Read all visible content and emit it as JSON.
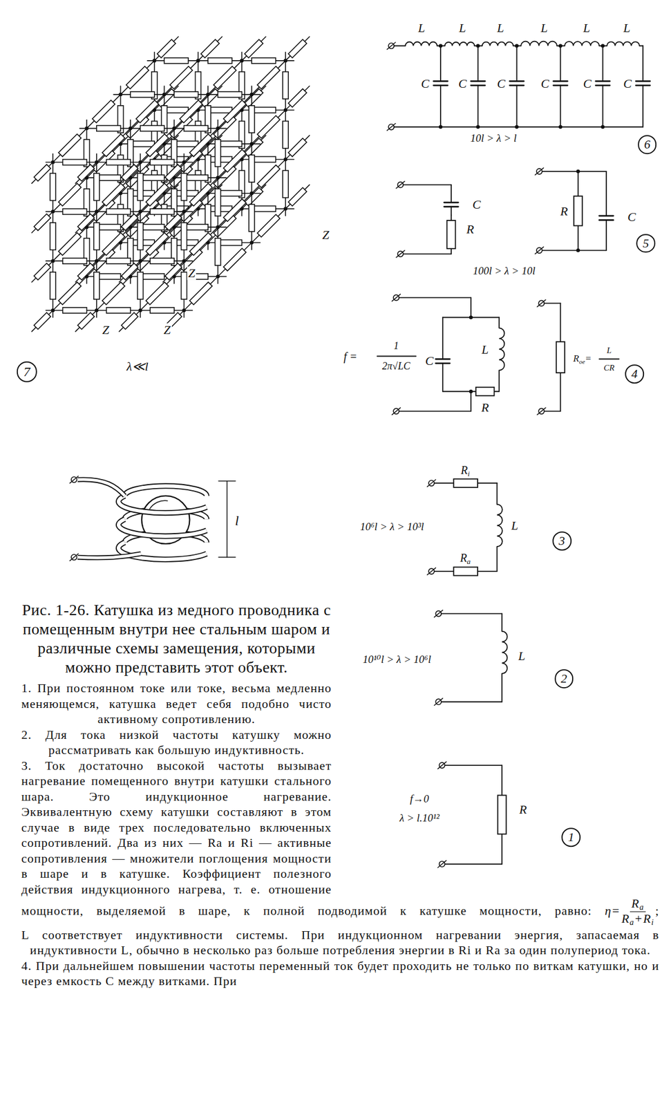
{
  "diagram": {
    "caption": "Рис. 1-26. Катушка из медного проводника с помещенным внутри нее стальным шаром и различные схемы замещения, которыми можно представить этот объект.",
    "labels": [
      "L",
      "L",
      "L",
      "L",
      "L",
      "L",
      "C",
      "C",
      "C",
      "C",
      "C",
      "C",
      "10l > λ > l",
      "6",
      "Z",
      "Z",
      "Z",
      "Z",
      "λ≪l",
      "7",
      "C",
      "R",
      "R",
      "C",
      "100l > λ > 10l",
      "5",
      "f =",
      "1",
      "2π√LC",
      "C",
      "L",
      "R",
      "Rое=",
      "L",
      "CR",
      "4",
      "l",
      "Ri",
      "L",
      "Ra",
      "10⁶l > λ > 10³l",
      "3",
      "10¹⁰l > λ > 10⁶l",
      "L",
      "2",
      "f→0",
      "λ > l.10¹²",
      "R",
      "1",
      "1. При постоянном токе или токе, весьма медленно меняющемся, катушка ведет себя подобно чисто активному сопротивлению.",
      "2. Для тока низкой частоты катушку можно рассматривать как большую индуктивность.",
      "3. Ток достаточно высокой частоты вызывает нагревание помещенного внутри катушки стального шара. Это индукционное нагревание. Эквивалентную схему катушки составляют в этом случае в виде трех последовательно включенных сопротивлений. Два из них — Ra и Ri — активные сопротивления — множители поглощения мощности в шаре и в катушке. Коэффициент полезного действия индукционного нагрева, т. е. отношение мощности, выделяемой в шаре, к полной подводимой к катушке мощности, равно:",
      "η=",
      "Ra",
      "Ra+Ri",
      ";",
      "L соответствует индуктивности системы. При индукционном нагревании энергия, запасаемая в индуктивности L, обычно в несколько раз больше потребления энергии в Ri и Ra за один полупериод тока.",
      "4. При дальнейшем повышении частоты переменный ток будет проходить не только по виткам катушки, но и через емкость C между витками. При"
    ]
  }
}
